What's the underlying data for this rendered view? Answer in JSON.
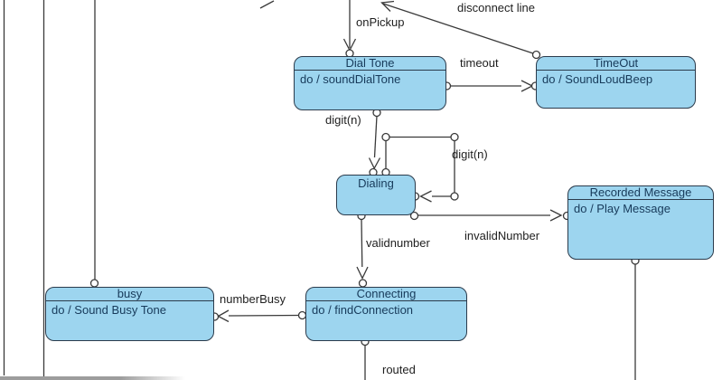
{
  "diagram": {
    "kind": "uml-state-machine",
    "subject": "telephone line states"
  },
  "states": {
    "dial_tone": {
      "name": "Dial Tone",
      "activity": "do / soundDialTone"
    },
    "time_out": {
      "name": "TimeOut",
      "activity": "do / SoundLoudBeep"
    },
    "dialing": {
      "name": "Dialing",
      "activity": ""
    },
    "recorded_message": {
      "name": "Recorded Message",
      "activity": "do / Play Message"
    },
    "busy": {
      "name": "busy",
      "activity": "do / Sound Busy Tone"
    },
    "connecting": {
      "name": "Connecting",
      "activity": "do / findConnection"
    }
  },
  "transitions": {
    "on_pickup": "onPickup",
    "disconnect_line": "disconnect line",
    "timeout": "timeout",
    "digit_n_from_dialtone": "digit(n)",
    "digit_n_self_loop": "digit(n)",
    "valid_number": "validnumber",
    "invalid_number": "invalidNumber",
    "number_busy": "numberBusy",
    "routed": "routed"
  },
  "colors": {
    "state_fill": "#9dd5ef",
    "state_border": "#2b3b4c",
    "state_text": "#173a5a",
    "connector": "#3a3a3a",
    "label_text": "#1e1e1e"
  }
}
